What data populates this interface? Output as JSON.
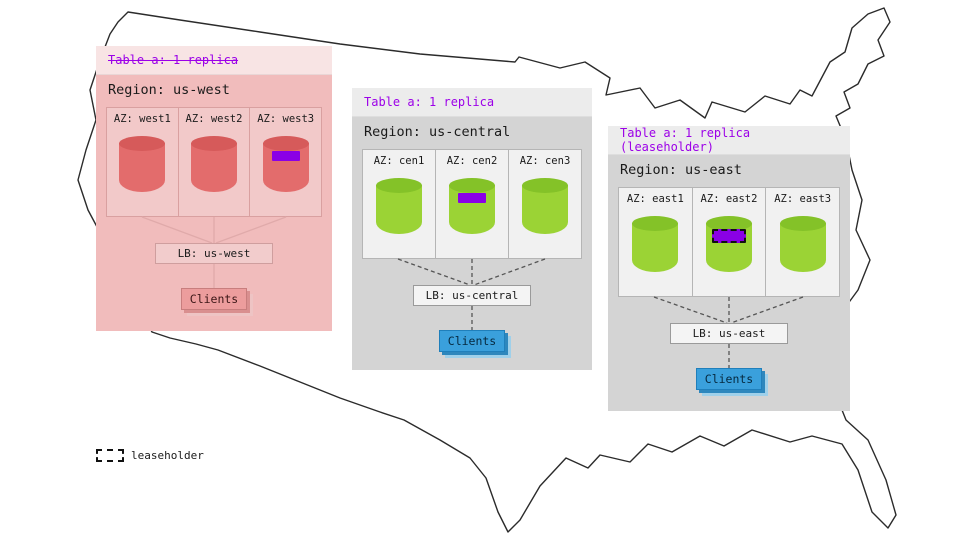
{
  "regions": [
    {
      "id": "us-west",
      "table_label": "Table a: 1 replica",
      "table_label_struck": true,
      "region_label": "Region: us-west",
      "azs": [
        {
          "label": "AZ: west1",
          "replica": false,
          "leaseholder": false
        },
        {
          "label": "AZ: west2",
          "replica": false,
          "leaseholder": false
        },
        {
          "label": "AZ: west3",
          "replica": true,
          "leaseholder": false
        }
      ],
      "lb_label": "LB: us-west",
      "clients_label": "Clients"
    },
    {
      "id": "us-central",
      "table_label": "Table a: 1 replica",
      "table_label_struck": false,
      "region_label": "Region: us-central",
      "azs": [
        {
          "label": "AZ: cen1",
          "replica": false,
          "leaseholder": false
        },
        {
          "label": "AZ: cen2",
          "replica": true,
          "leaseholder": false
        },
        {
          "label": "AZ: cen3",
          "replica": false,
          "leaseholder": false
        }
      ],
      "lb_label": "LB: us-central",
      "clients_label": "Clients"
    },
    {
      "id": "us-east",
      "table_label": "Table a: 1 replica (leaseholder)",
      "table_label_struck": false,
      "region_label": "Region: us-east",
      "azs": [
        {
          "label": "AZ: east1",
          "replica": false,
          "leaseholder": false
        },
        {
          "label": "AZ: east2",
          "replica": true,
          "leaseholder": true
        },
        {
          "label": "AZ: east3",
          "replica": false,
          "leaseholder": false
        }
      ],
      "lb_label": "LB: us-east",
      "clients_label": "Clients"
    }
  ],
  "legend": {
    "label": "leaseholder"
  },
  "colors": {
    "accent_purple_text": "#9c00e8",
    "replica_chip": "#8a00e6",
    "replica_green": "#9bd335",
    "replica_red": "#e36c6c",
    "clients_blue": "#3aa0dc",
    "panel_gray": "#d4d4d4",
    "panel_red": "#f1bcbc"
  }
}
